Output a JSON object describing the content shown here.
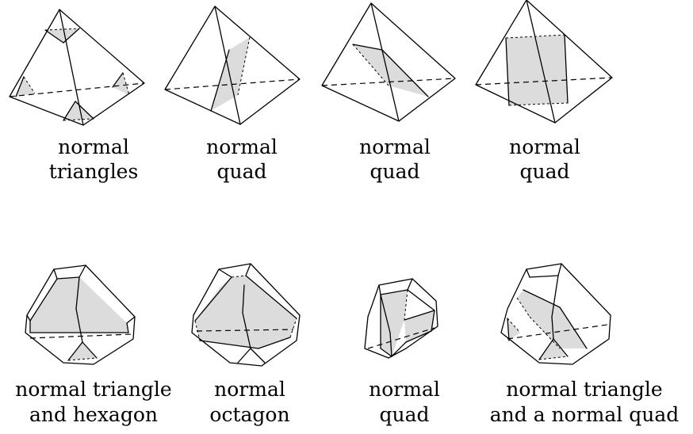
{
  "figures": [
    {
      "line1": "normal",
      "line2": "triangles"
    },
    {
      "line1": "normal",
      "line2": "quad"
    },
    {
      "line1": "normal",
      "line2": "quad"
    },
    {
      "line1": "normal",
      "line2": "quad"
    },
    {
      "line1": "normal triangle",
      "line2": "and hexagon"
    },
    {
      "line1": "normal",
      "line2": "octagon"
    },
    {
      "line1": "normal",
      "line2": "quad"
    },
    {
      "line1": "normal triangle",
      "line2": "and a normal quad"
    }
  ]
}
